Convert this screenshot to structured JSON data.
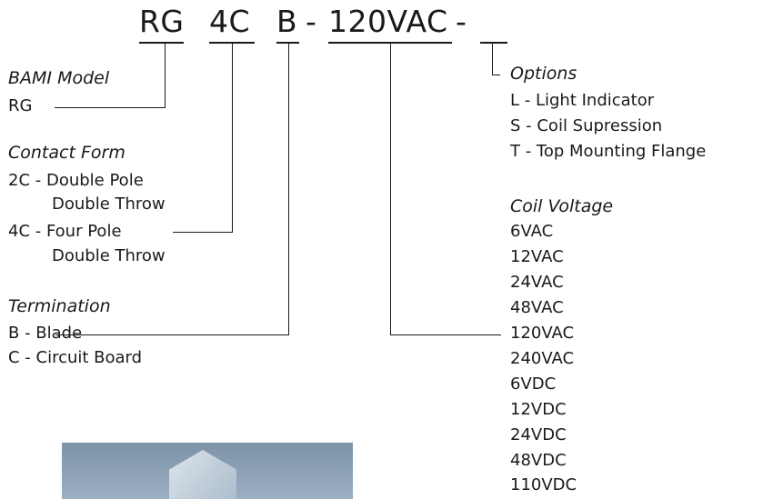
{
  "model_code": {
    "rg": "RG",
    "contact": "4C",
    "termination": "B",
    "dash1": "-",
    "voltage": "120VAC",
    "dash2": "-"
  },
  "bami_model": {
    "heading": "BAMI Model",
    "items": [
      "RG"
    ]
  },
  "contact_form": {
    "heading": "Contact Form",
    "items": [
      "2C - Double Pole",
      "Double Throw",
      "4C - Four Pole",
      "Double Throw"
    ]
  },
  "termination": {
    "heading": "Termination",
    "items": [
      "B - Blade",
      "C - Circuit Board"
    ]
  },
  "options": {
    "heading": "Options",
    "items": [
      "L - Light Indicator",
      "S - Coil Supression",
      "T - Top Mounting Flange"
    ]
  },
  "coil_voltage": {
    "heading": "Coil Voltage",
    "items": [
      "6VAC",
      "12VAC",
      "24VAC",
      "48VAC",
      "120VAC",
      "240VAC",
      "6VDC",
      "12VDC",
      "24VDC",
      "48VDC",
      "110VDC"
    ]
  },
  "colors": {
    "ink": "#1a1a1a",
    "photo": "#8ea3b7"
  }
}
